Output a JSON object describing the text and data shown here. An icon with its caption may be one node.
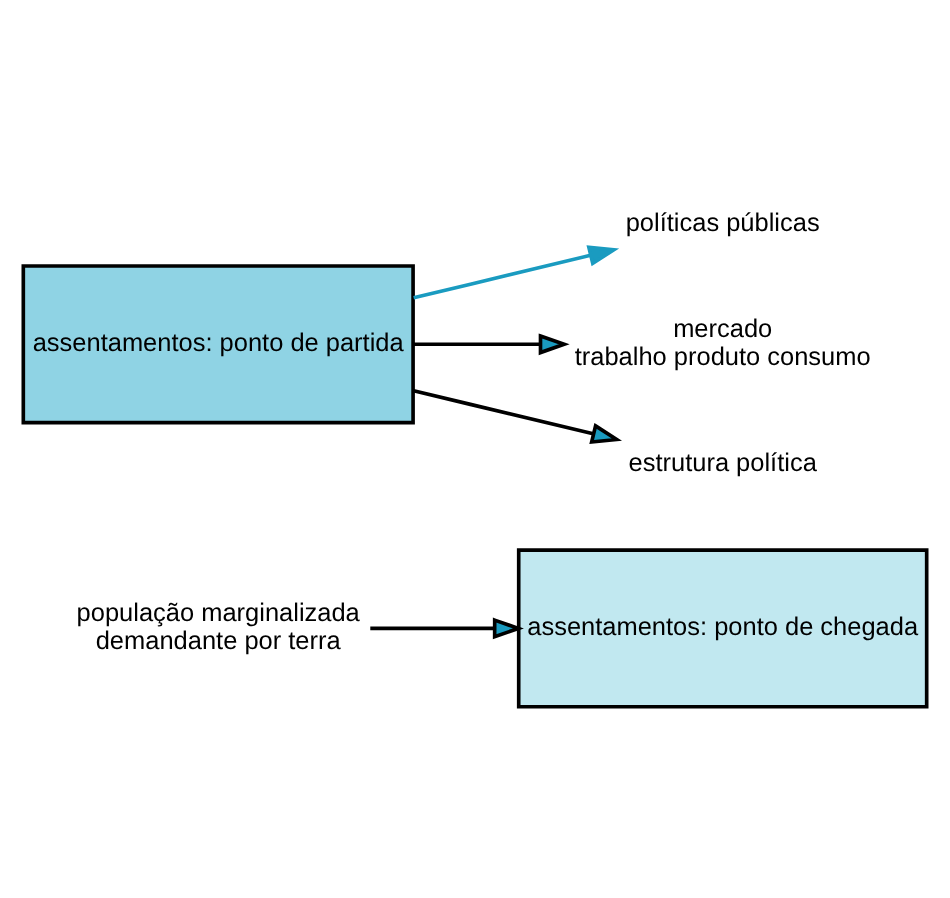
{
  "diagram": {
    "nodes": [
      {
        "text": [
          "população marginalizada",
          "demandante por terra"
        ]
      },
      {
        "text": [
          "assentamentos: ponto de chegada"
        ]
      },
      {
        "text": [
          "assentamentos: ponto de partida"
        ]
      },
      {
        "text": [
          "políticas públicas"
        ]
      },
      {
        "text": [
          "mercado",
          "trabalho produto consumo"
        ]
      },
      {
        "text": [
          "estrutura política"
        ]
      }
    ],
    "edges": [
      {
        "from": 0,
        "to": 1,
        "arrow": "to"
      },
      {
        "from": 2,
        "to": 3,
        "arrow": "to",
        "color": "#1a9bc0"
      },
      {
        "from": 2,
        "to": 4,
        "arrow": "to"
      },
      {
        "from": 2,
        "to": 5,
        "arrow": "to"
      }
    ]
  }
}
